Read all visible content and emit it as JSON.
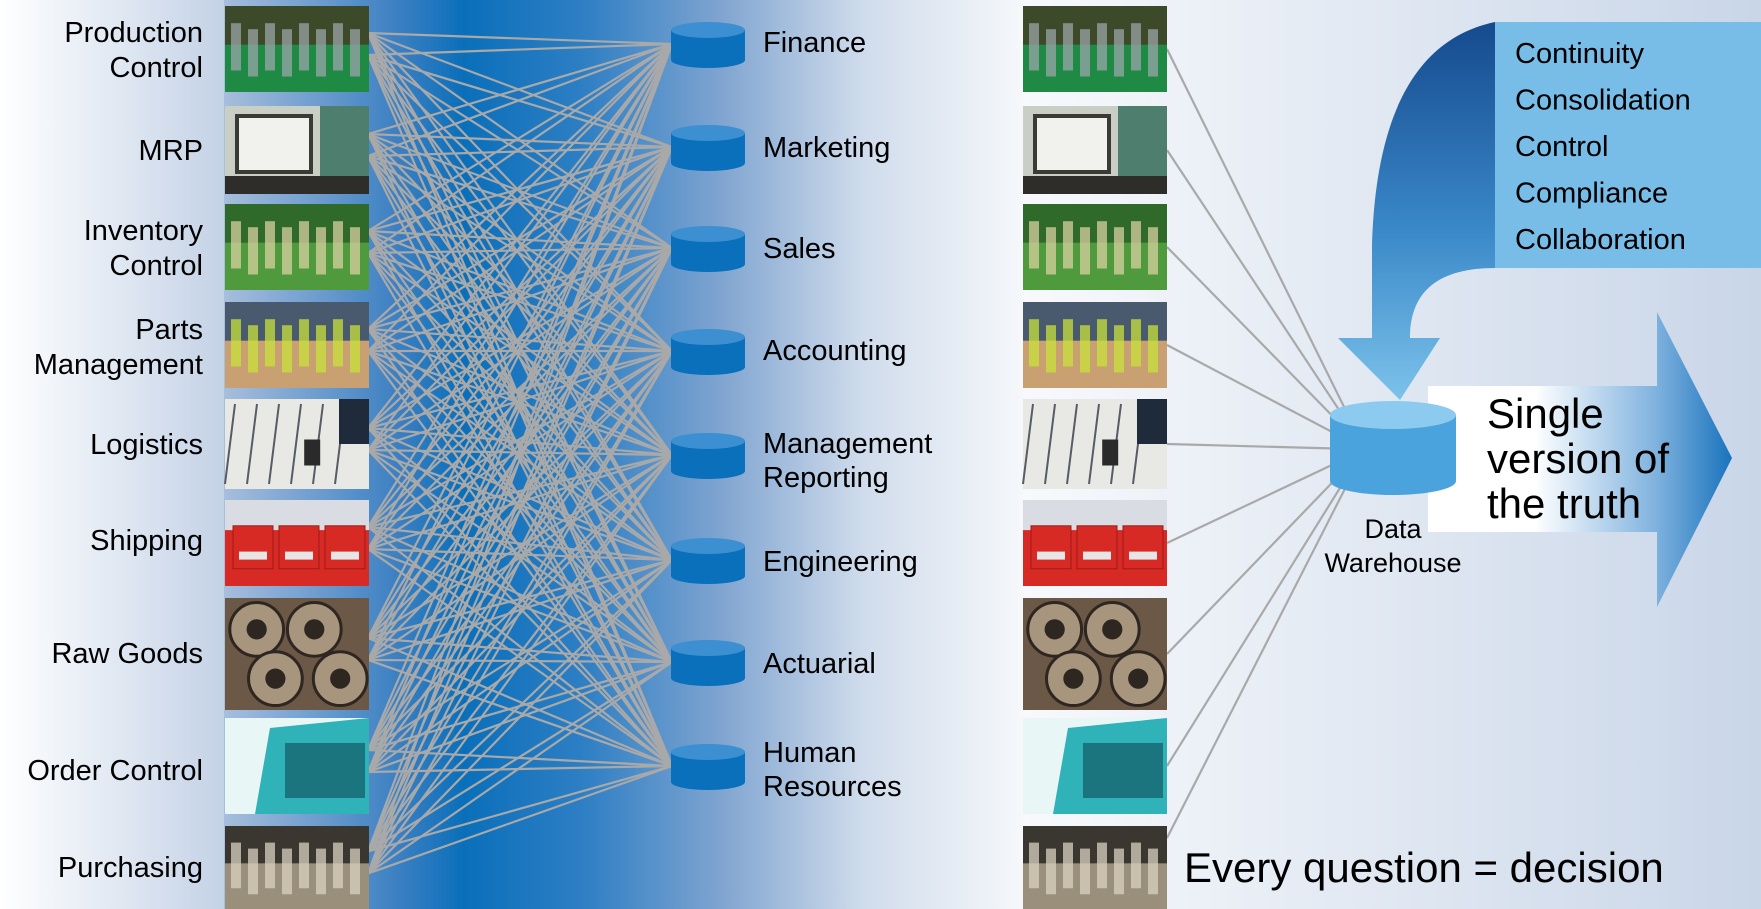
{
  "colors": {
    "deep_blue": "#0a70bb",
    "warehouse_blue": "#4aa3dc",
    "warehouse_top": "#8ccaf0",
    "callout_box": "#78bde8",
    "line_gray": "#a9a9a9",
    "text": "#000000"
  },
  "sources": [
    {
      "label": "Production\nControl",
      "icon": "circuit-board-machine-photo"
    },
    {
      "label": "MRP",
      "icon": "computer-monitor-photo"
    },
    {
      "label": "Inventory\nControl",
      "icon": "circuit-boards-rack-photo"
    },
    {
      "label": "Parts\nManagement",
      "icon": "warehouse-forklift-photo"
    },
    {
      "label": "Logistics",
      "icon": "blueprint-phone-photo"
    },
    {
      "label": "Shipping",
      "icon": "red-trucks-photo"
    },
    {
      "label": "Raw Goods",
      "icon": "steel-coils-photo"
    },
    {
      "label": "Order Control",
      "icon": "monitor-screen-photo"
    },
    {
      "label": "Purchasing",
      "icon": "cash-register-photo"
    }
  ],
  "databases": [
    {
      "label": "Finance"
    },
    {
      "label": "Marketing"
    },
    {
      "label": "Sales"
    },
    {
      "label": "Accounting"
    },
    {
      "label": "Management\nReporting"
    },
    {
      "label": "Engineering"
    },
    {
      "label": "Actuarial"
    },
    {
      "label": "Human\nResources"
    }
  ],
  "warehouse": {
    "label": "Data\nWarehouse"
  },
  "benefits": [
    "Continuity",
    "Consolidation",
    "Control",
    "Compliance",
    "Collaboration"
  ],
  "callout": "Single\nversion of\nthe truth",
  "tagline": "Every question = decision"
}
